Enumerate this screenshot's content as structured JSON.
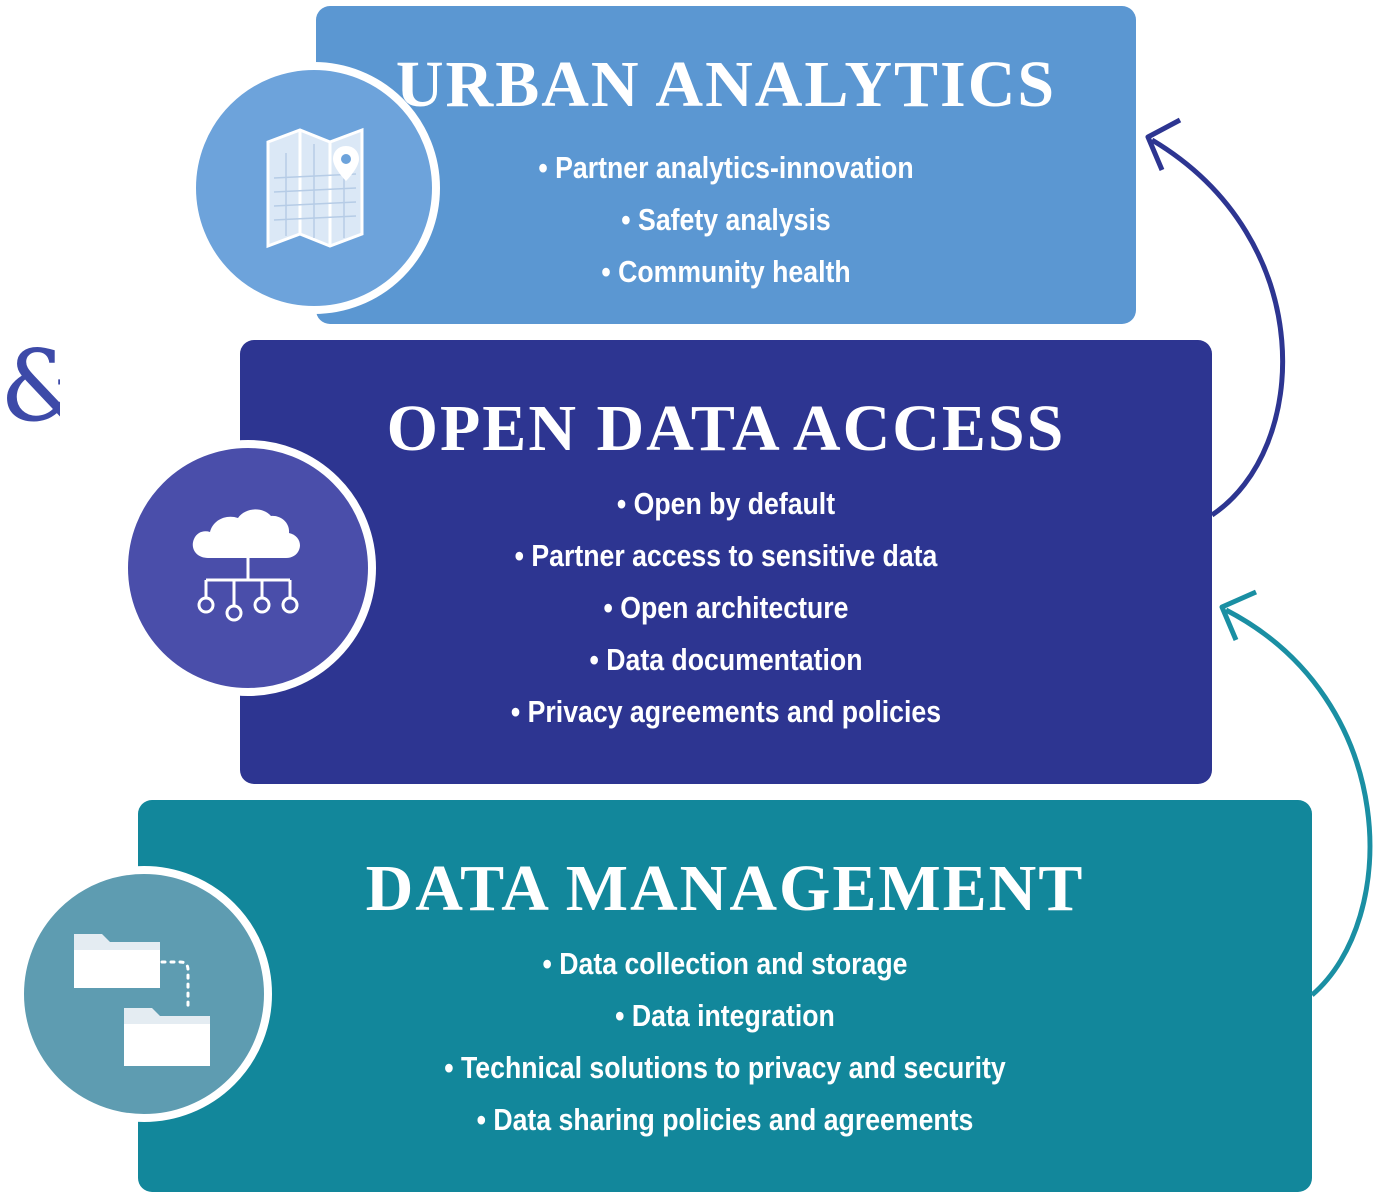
{
  "colors": {
    "urban": "#5b97d2",
    "open": "#2d3591",
    "mgmt": "#12879b",
    "badge_urban": "#6da3db",
    "badge_open": "#4a4eaa",
    "badge_mgmt": "#5e9cb1",
    "arrow_top": "#2d3591",
    "arrow_bottom": "#1a8fa3"
  },
  "fragment_text": "&",
  "tiers": {
    "urban": {
      "title": "URBAN ANALYTICS",
      "icon": "map-pin-icon",
      "items": [
        "• Partner analytics-innovation",
        "• Safety analysis",
        "• Community health"
      ]
    },
    "open": {
      "title": "OPEN DATA ACCESS",
      "icon": "cloud-network-icon",
      "items": [
        "• Open by default",
        "• Partner access to sensitive data",
        "• Open architecture",
        "• Data documentation",
        "• Privacy agreements and policies"
      ]
    },
    "mgmt": {
      "title": "DATA MANAGEMENT",
      "icon": "folder-transfer-icon",
      "items": [
        "• Data collection and storage",
        "• Data integration",
        "• Technical solutions to privacy and security",
        "• Data sharing policies and agreements"
      ]
    }
  }
}
